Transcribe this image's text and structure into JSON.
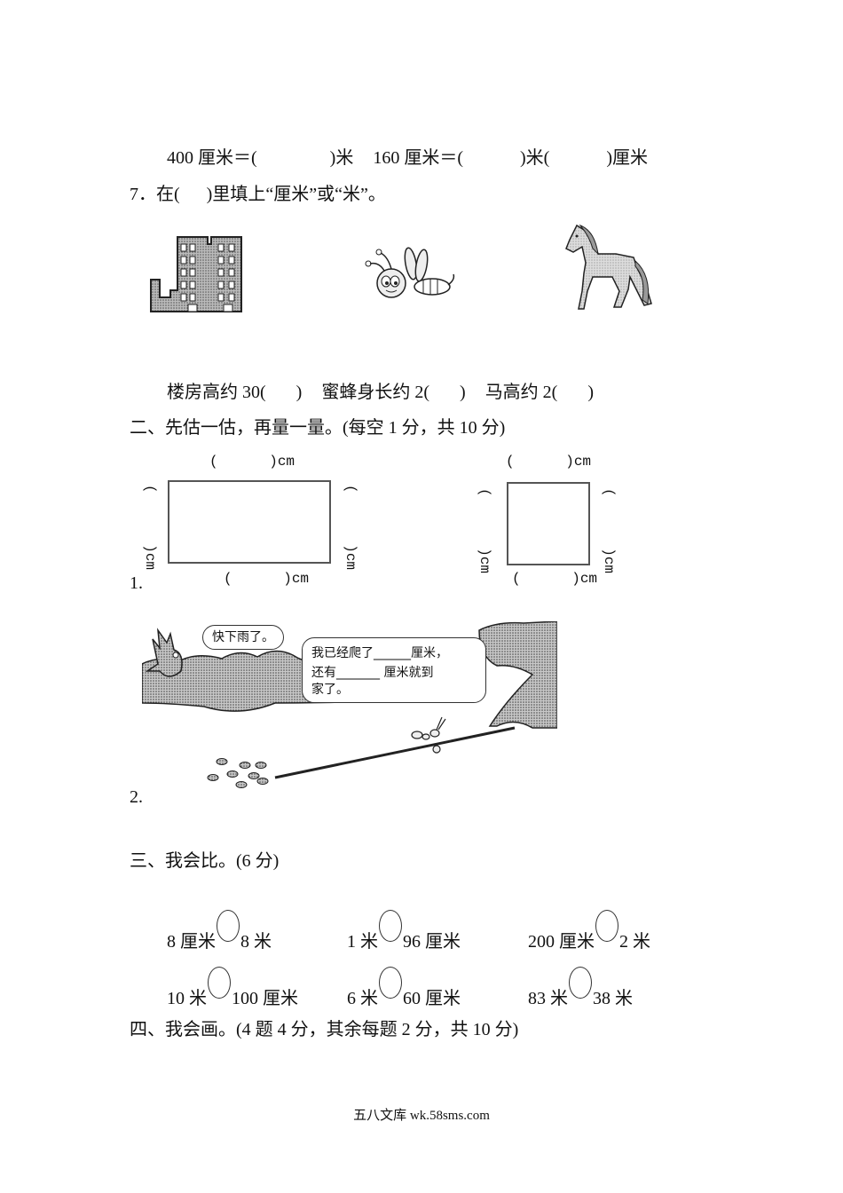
{
  "q6_line": {
    "part1": "400 厘米＝(",
    "part2": ")米",
    "part3": "160 厘米＝(",
    "part4": ")米(",
    "part5": ")厘米"
  },
  "q7": {
    "title": "7．在(      )里填上“厘米”或“米”。",
    "images": [
      "building-illustration",
      "bee-illustration",
      "horse-illustration"
    ],
    "items": [
      {
        "text": "楼房高约 30(",
        "close": ")"
      },
      {
        "text": "蜜蜂身长约 2(",
        "close": ")"
      },
      {
        "text": "马高约 2(",
        "close": ")"
      }
    ]
  },
  "section2": {
    "title": "二、先估一估，再量一量。(每空 1 分，共 10 分)",
    "q1_label": "1.",
    "blank_cm": "(      )cm",
    "blank_cm_vertical": "(      )cm",
    "q2_label": "2.",
    "bird_speech": "快下雨了。",
    "ant_speech_line1": "我已经爬了______厘米，",
    "ant_speech_line2": "还有_______ 厘米就到",
    "ant_speech_line3": "家了。"
  },
  "section3": {
    "title": "三、我会比。(6 分)",
    "rows": [
      [
        {
          "left": "8 厘米",
          "right": "8 米"
        },
        {
          "left": "1 米",
          "right": "96 厘米"
        },
        {
          "left": "200 厘米",
          "right": "2 米"
        }
      ],
      [
        {
          "left": "10 米",
          "right": "100 厘米"
        },
        {
          "left": "6 米",
          "right": "60 厘米"
        },
        {
          "left": "83 米",
          "right": "38 米"
        }
      ]
    ]
  },
  "section4": {
    "title": "四、我会画。(4 题 4 分，其余每题 2 分，共 10 分)"
  },
  "footer": {
    "text": "五八文库 wk.58sms.com"
  }
}
